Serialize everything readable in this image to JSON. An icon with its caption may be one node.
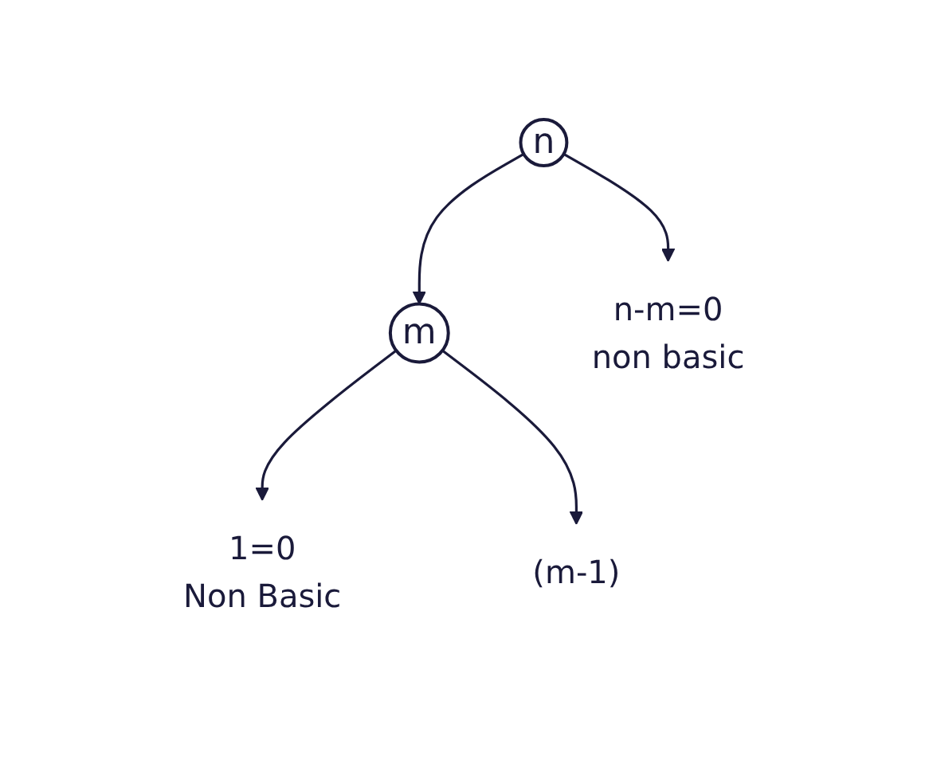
{
  "diagram": {
    "nodes": [
      {
        "text": [
          "n"
        ]
      },
      {
        "text": [
          "m"
        ]
      },
      {
        "text": [
          "n-m=0",
          "non basic"
        ]
      },
      {
        "text": [
          "1=0",
          "Non Basic"
        ]
      },
      {
        "text": [
          "(m-1)"
        ]
      }
    ],
    "edges": [
      {
        "from": 0,
        "to": 1,
        "arrow": "to"
      },
      {
        "from": 0,
        "to": 2,
        "arrow": "to"
      },
      {
        "from": 1,
        "to": 3,
        "arrow": "to"
      },
      {
        "from": 1,
        "to": 4,
        "arrow": "to"
      }
    ]
  }
}
